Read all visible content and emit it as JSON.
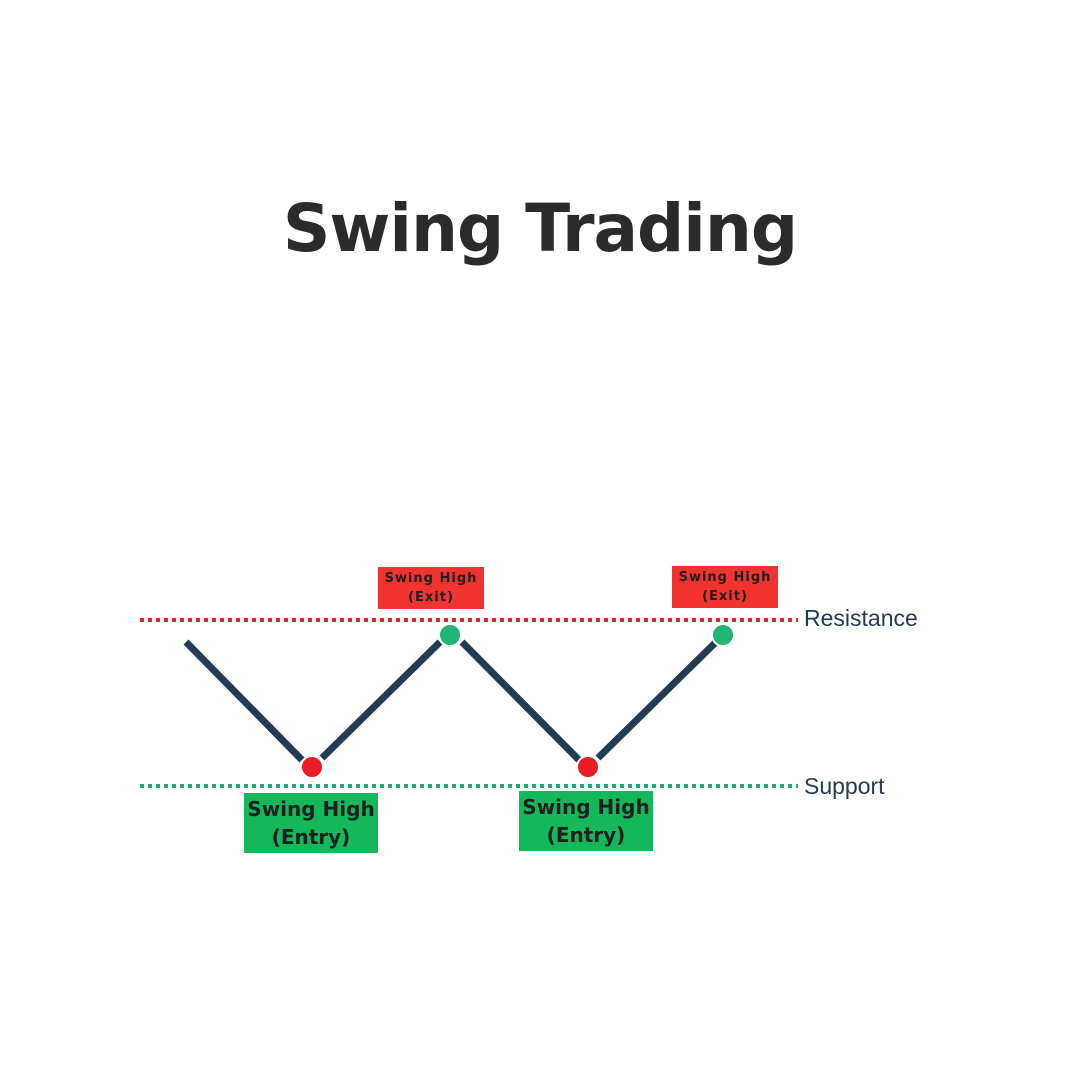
{
  "title": "Swing Trading",
  "levels": {
    "resistance": {
      "label": "Resistance",
      "color": "#e0242b"
    },
    "support": {
      "label": "Support",
      "color": "#22a867"
    }
  },
  "price_path_color": "#243b55",
  "points": {
    "entry_color": "#ec1c24",
    "exit_color": "#22b573"
  },
  "callouts": {
    "exit": [
      {
        "line1": "Swing High",
        "line2": "(Exit)",
        "color": "#f0332f"
      },
      {
        "line1": "Swing High",
        "line2": "(Exit)",
        "color": "#f0332f"
      }
    ],
    "entry": [
      {
        "line1": "Swing High",
        "line2": "(Entry)",
        "color": "#12b85a"
      },
      {
        "line1": "Swing High",
        "line2": "(Entry)",
        "color": "#12b85a"
      }
    ]
  }
}
